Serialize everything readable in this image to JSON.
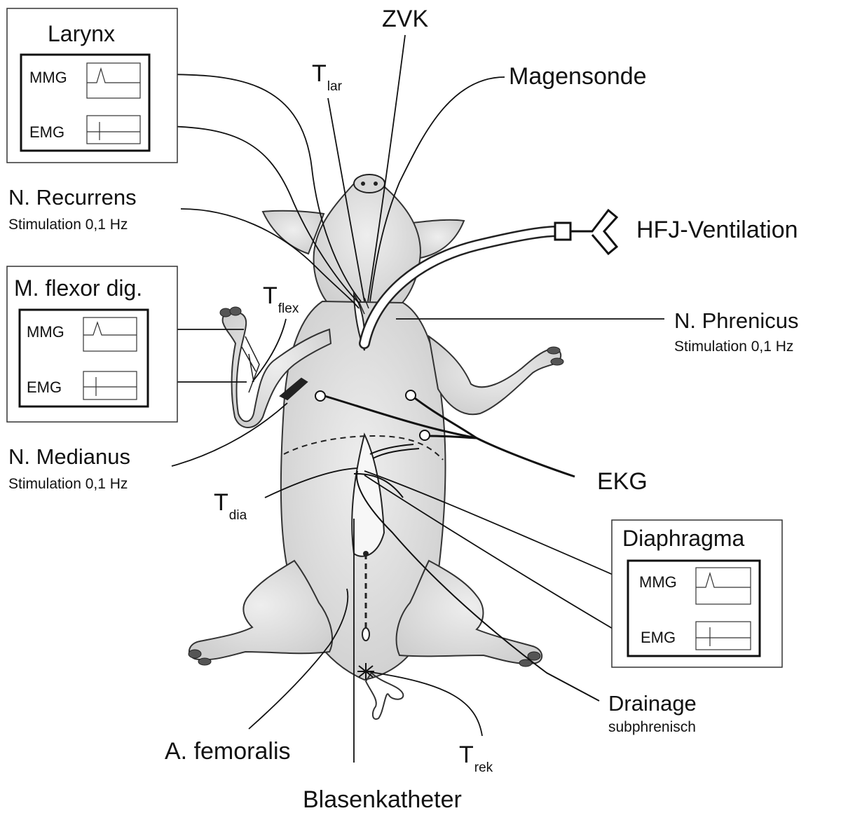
{
  "labels": {
    "zvk": "ZVK",
    "t_lar": {
      "main": "T",
      "sub": "lar"
    },
    "magensonde": "Magensonde",
    "recurrens": {
      "name": "N. Recurrens",
      "stim": "Stimulation 0,1 Hz"
    },
    "hfj": "HFJ-Ventilation",
    "t_flex": {
      "main": "T",
      "sub": "flex"
    },
    "phrenicus": {
      "name": "N. Phrenicus",
      "stim": "Stimulation 0,1 Hz"
    },
    "medianus": {
      "name": "N. Medianus",
      "stim": "Stimulation 0,1 Hz"
    },
    "ekg": "EKG",
    "t_dia": {
      "main": "T",
      "sub": "dia"
    },
    "drainage": {
      "name": "Drainage",
      "note": "subphrenisch"
    },
    "femoralis": "A. femoralis",
    "t_rek": {
      "main": "T",
      "sub": "rek"
    },
    "blasenkatheter": "Blasenkatheter"
  },
  "boxes": {
    "larynx": {
      "title": "Larynx",
      "mmg": "MMG",
      "emg": "EMG"
    },
    "flexor": {
      "title": "M. flexor dig.",
      "mmg": "MMG",
      "emg": "EMG"
    },
    "diaphragma": {
      "title": "Diaphragma",
      "mmg": "MMG",
      "emg": "EMG"
    }
  },
  "colors": {
    "ink": "#111111",
    "body_fill": "#e6e6e6",
    "body_shade": "#c9c9c9"
  }
}
